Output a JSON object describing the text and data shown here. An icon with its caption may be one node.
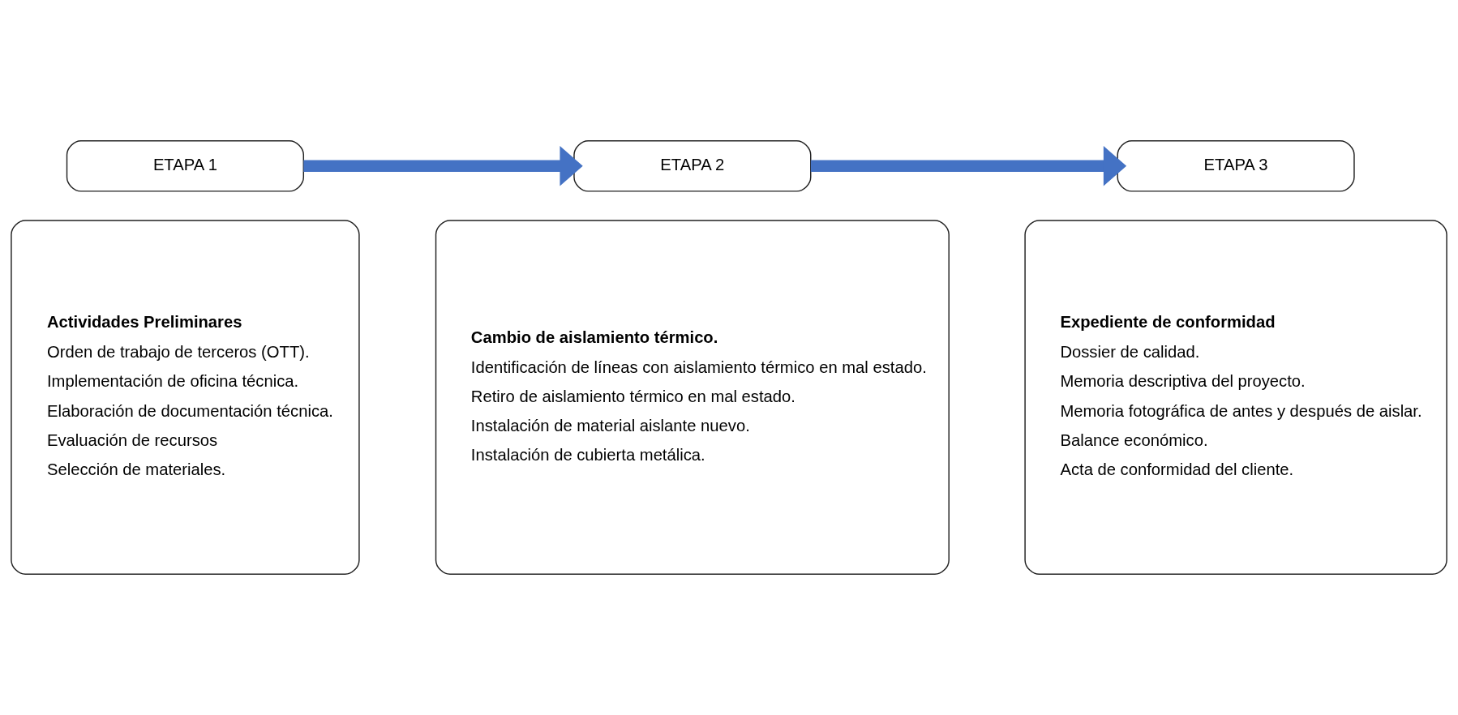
{
  "diagram": {
    "nodes": [
      {
        "text": [
          "ETAPA 1"
        ]
      },
      {
        "text": [
          "Actividades Preliminares",
          "Orden de trabajo de terceros (OTT).",
          "Implementación de oficina técnica.",
          "Elaboración de documentación técnica.",
          "Evaluación de recursos",
          "Selección de materiales."
        ]
      },
      {
        "text": [
          "ETAPA 2"
        ]
      },
      {
        "text": [
          "Cambio de aislamiento térmico.",
          "Identificación de líneas con aislamiento térmico en mal estado.",
          "Retiro de aislamiento térmico en mal estado.",
          "Instalación de material aislante nuevo.",
          "Instalación de cubierta metálica."
        ]
      },
      {
        "text": [
          "ETAPA 3"
        ]
      },
      {
        "text": [
          "Expediente de conformidad",
          "Dossier de calidad.",
          "Memoria descriptiva del proyecto.",
          "Memoria fotográfica de antes y después de aislar.",
          "Balance económico.",
          "Acta de conformidad del cliente."
        ]
      }
    ],
    "edges": [
      {
        "from": 0,
        "to": 2,
        "arrow": "to",
        "color": "#4472c4"
      },
      {
        "from": 2,
        "to": 4,
        "arrow": "to",
        "color": "#4472c4"
      }
    ]
  }
}
